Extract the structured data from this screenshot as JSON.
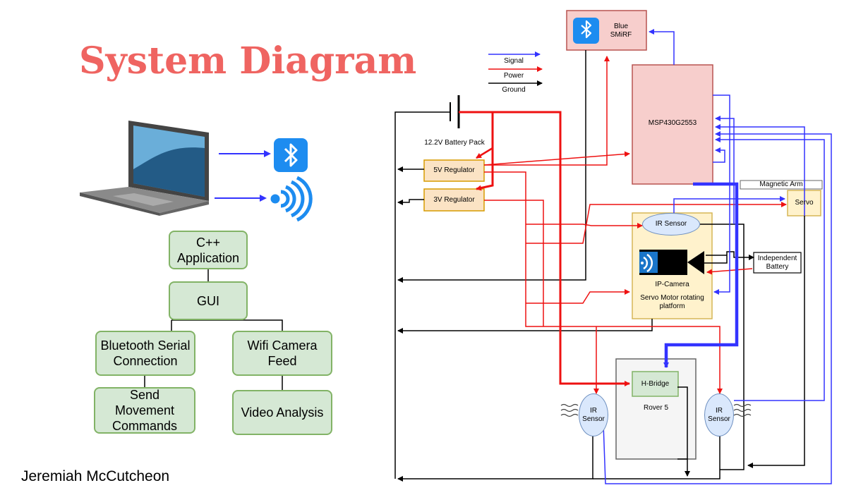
{
  "title": "System Diagram",
  "author": "Jeremiah McCutcheon",
  "legend": {
    "signal": "Signal",
    "power": "Power",
    "ground": "Ground"
  },
  "software": {
    "cpp_app": "C++\nApplication",
    "gui": "GUI",
    "bt_serial": "Bluetooth Serial\nConnection",
    "wifi_feed": "Wifi Camera\nFeed",
    "send_cmds": "Send\nMovement\nCommands",
    "video": "Video Analysis"
  },
  "hardware": {
    "bluesmirf": "Blue\nSMiRF",
    "mcu": "MSP430G2553",
    "battery": "12.2V Battery Pack",
    "reg5": "5V Regulator",
    "reg3": "3V Regulator",
    "magnetic_arm": "Magnetic Arm",
    "servo": "Servo",
    "ir_top": "IR Sensor",
    "ip_camera": "IP-Camera",
    "servo_platform": "Servo Motor rotating\nplatform",
    "indep_battery": "Independent\nBattery",
    "hbridge": "H-Bridge",
    "rover": "Rover 5",
    "ir_left": "IR\nSensor",
    "ir_right": "IR\nSensor"
  },
  "colors": {
    "signal": "#3333ff",
    "power": "#ee1111",
    "ground": "#000000",
    "title": "#ef6461",
    "green_fill": "#d5e8d4",
    "green_stroke": "#82b366",
    "orange_fill": "#fbe3c4",
    "orange_stroke": "#d79b00",
    "pink_fill": "#f7cecc",
    "pink_stroke": "#b85450",
    "yellow_fill": "#fff2cc",
    "yellow_stroke": "#d6b656",
    "bt_blue": "#1d8cf0"
  }
}
